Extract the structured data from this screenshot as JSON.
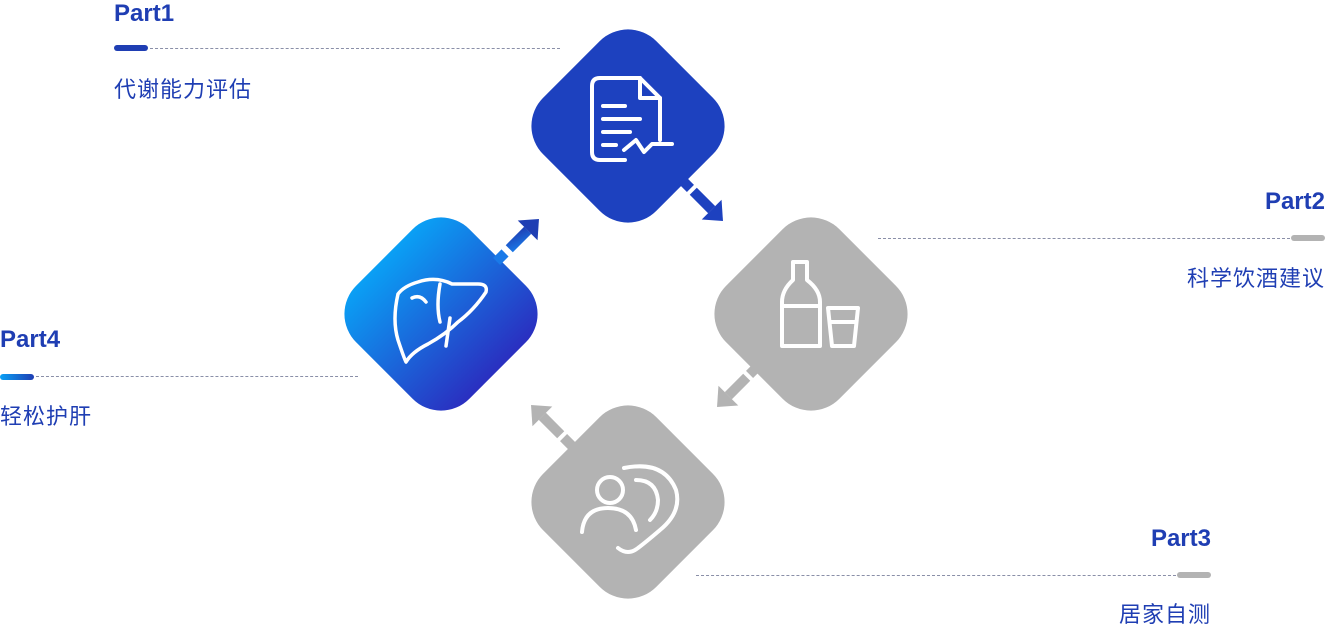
{
  "parts": [
    {
      "id": "part1",
      "title": "Part1",
      "subtitle": "代谢能力评估",
      "icon": "document-signature-icon",
      "state": "active"
    },
    {
      "id": "part2",
      "title": "Part2",
      "subtitle": "科学饮酒建议",
      "icon": "bottle-glass-icon",
      "state": "inactive"
    },
    {
      "id": "part3",
      "title": "Part3",
      "subtitle": "居家自测",
      "icon": "person-ear-icon",
      "state": "inactive"
    },
    {
      "id": "part4",
      "title": "Part4",
      "subtitle": "轻松护肝",
      "icon": "liver-icon",
      "state": "active"
    }
  ],
  "colors": {
    "primary": "#1f3eb3",
    "gradient_start": "#0aa0f5",
    "gradient_end": "#2a2fc0",
    "inactive": "#b3b3b3",
    "leader_line": "#8a8fa8"
  }
}
